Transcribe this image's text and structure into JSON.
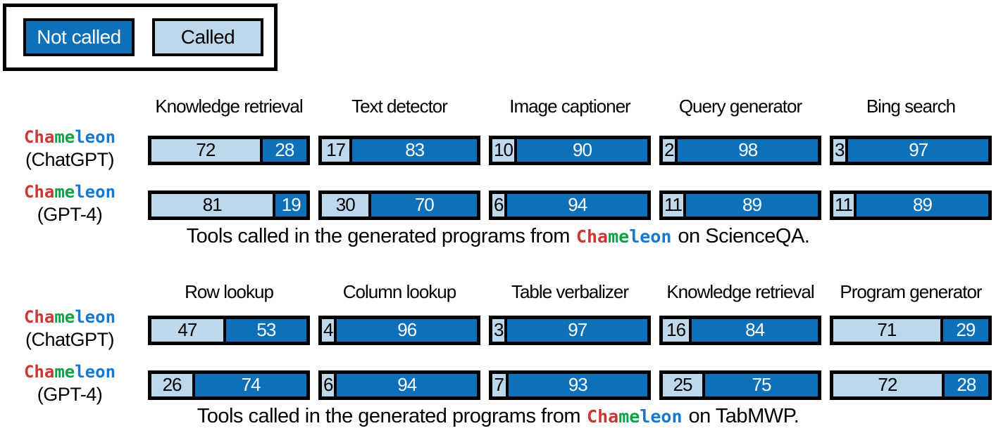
{
  "legend": {
    "not_called": "Not called",
    "called": "Called"
  },
  "logo": {
    "red": "Cha",
    "green": "me",
    "blue": "leon"
  },
  "colors": {
    "not_called_fill": "#0d70b8",
    "called_fill": "#bdd7eb",
    "outline": "#000000",
    "logo_red": "#cb3735",
    "logo_green": "#10a049",
    "logo_blue": "#1778d2"
  },
  "chart_data": [
    {
      "type": "bar",
      "stacking": "horizontal-100-percent",
      "dataset": "ScienceQA",
      "legend_entries": [
        "Not called",
        "Called"
      ],
      "xlim": [
        0,
        100
      ],
      "categories": [
        "Knowledge retrieval",
        "Text detector",
        "Image captioner",
        "Query generator",
        "Bing search"
      ],
      "series": [
        {
          "model": "(ChatGPT)",
          "called": [
            72,
            17,
            10,
            2,
            3
          ],
          "not_called": [
            28,
            83,
            90,
            98,
            97
          ]
        },
        {
          "model": "(GPT-4)",
          "called": [
            81,
            30,
            6,
            11,
            11
          ],
          "not_called": [
            19,
            70,
            94,
            89,
            89
          ]
        }
      ],
      "caption": {
        "prefix": "Tools called in the generated programs from",
        "suffix": "on ScienceQA."
      }
    },
    {
      "type": "bar",
      "stacking": "horizontal-100-percent",
      "dataset": "TabMWP",
      "legend_entries": [
        "Not called",
        "Called"
      ],
      "xlim": [
        0,
        100
      ],
      "categories": [
        "Row lookup",
        "Column lookup",
        "Table verbalizer",
        "Knowledge retrieval",
        "Program generator"
      ],
      "series": [
        {
          "model": "(ChatGPT)",
          "called": [
            47,
            4,
            3,
            16,
            71
          ],
          "not_called": [
            53,
            96,
            97,
            84,
            29
          ]
        },
        {
          "model": "(GPT-4)",
          "called": [
            26,
            6,
            7,
            25,
            72
          ],
          "not_called": [
            74,
            94,
            93,
            75,
            28
          ]
        }
      ],
      "caption": {
        "prefix": "Tools called in the generated programs from",
        "suffix": "on TabMWP."
      }
    }
  ]
}
